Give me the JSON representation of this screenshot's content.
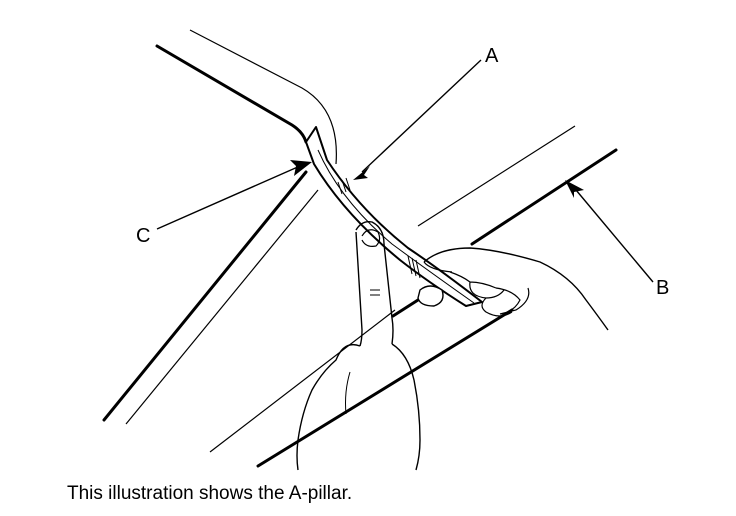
{
  "labels": {
    "a": "A",
    "b": "B",
    "c": "C"
  },
  "caption": "This illustration shows the A-pillar.",
  "colors": {
    "ink": "#000000",
    "background": "#ffffff"
  }
}
